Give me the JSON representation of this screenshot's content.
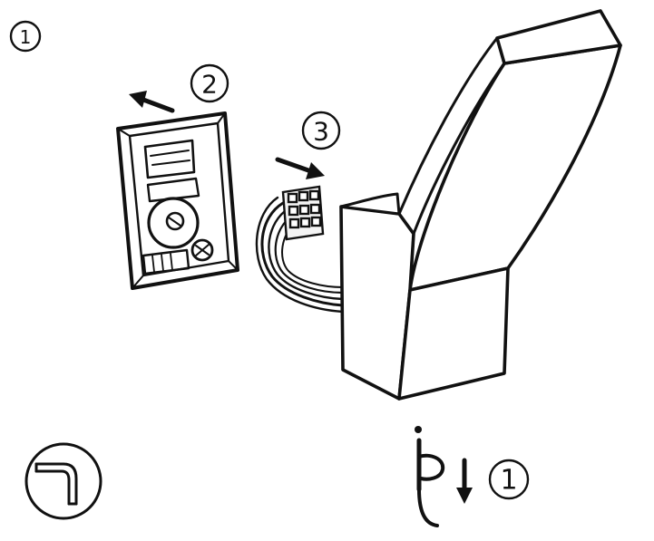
{
  "diagram": {
    "ink_color": "#111111",
    "shade_color": "#e6e6e6",
    "background_color": "#ffffff",
    "step_markers": {
      "corner": "1",
      "mounting_plate": "2",
      "connector": "3",
      "fixing": "1"
    },
    "icons": {
      "tool": "allen-key-icon",
      "arrows": "arrow-icon",
      "screw": "screw-icon"
    }
  }
}
